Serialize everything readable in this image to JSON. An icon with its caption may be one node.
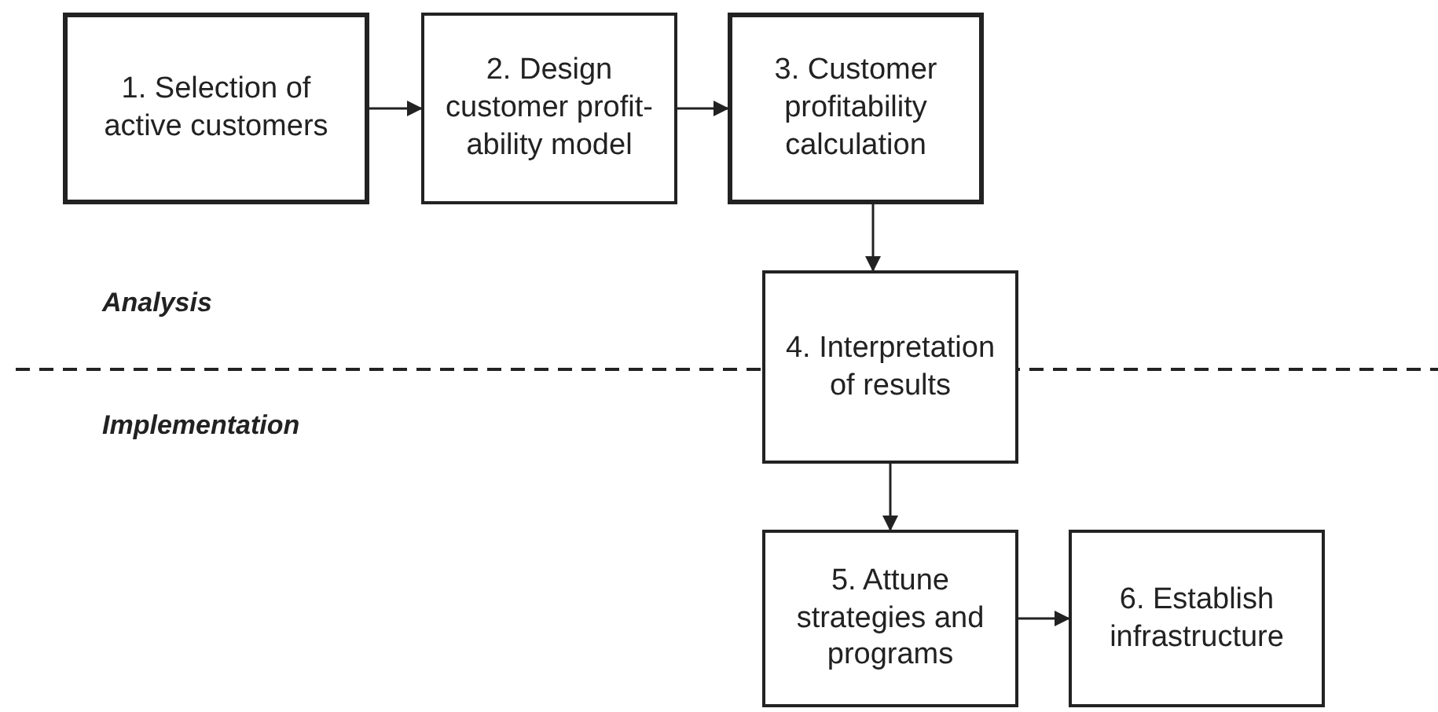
{
  "diagram": {
    "nodes": [
      {
        "text": [
          "1. Selection of active customers"
        ]
      },
      {
        "text": [
          "2. Design customer profit- ability model"
        ]
      },
      {
        "text": [
          "3. Customer profitability calculation"
        ]
      },
      {
        "text": [
          "4. Interpretation of results"
        ]
      },
      {
        "text": [
          "5. Attune strategies and programs"
        ]
      },
      {
        "text": [
          "6. Establish infrastructure"
        ]
      }
    ],
    "edges": [
      {
        "from": 0,
        "to": 1,
        "arrow": "to"
      },
      {
        "from": 1,
        "to": 2,
        "arrow": "to"
      },
      {
        "from": 2,
        "to": 3,
        "arrow": "to"
      },
      {
        "from": 3,
        "to": 4,
        "arrow": "to"
      },
      {
        "from": 4,
        "to": 5,
        "arrow": "to"
      }
    ],
    "labels": [
      "Analysis",
      "Implementation"
    ]
  }
}
